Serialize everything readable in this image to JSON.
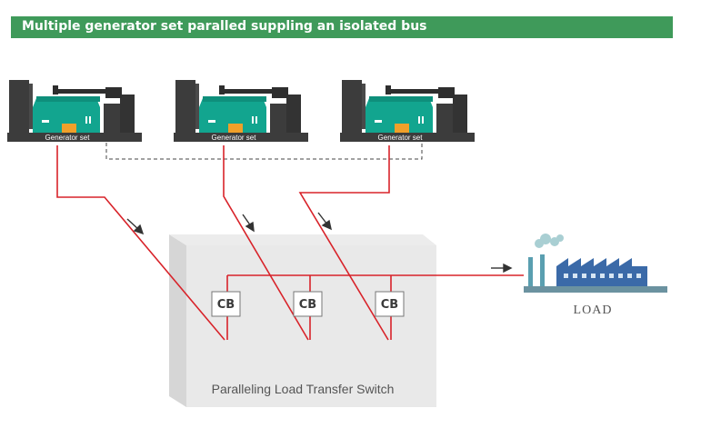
{
  "title": "Multiple generator set paralled suppling an isolated bus",
  "generators": [
    {
      "label": "Generator set"
    },
    {
      "label": "Generator set"
    },
    {
      "label": "Generator set"
    }
  ],
  "breakers": [
    {
      "label": "CB"
    },
    {
      "label": "CB"
    },
    {
      "label": "CB"
    }
  ],
  "switch_label": "Paralleling Load Transfer Switch",
  "load_label": "LOAD",
  "colors": {
    "banner": "#3f9a5a",
    "power_line": "#d8232a",
    "generator_body": "#3c3c3c",
    "engine": "#12a58f",
    "factory": "#3b6aa8"
  }
}
